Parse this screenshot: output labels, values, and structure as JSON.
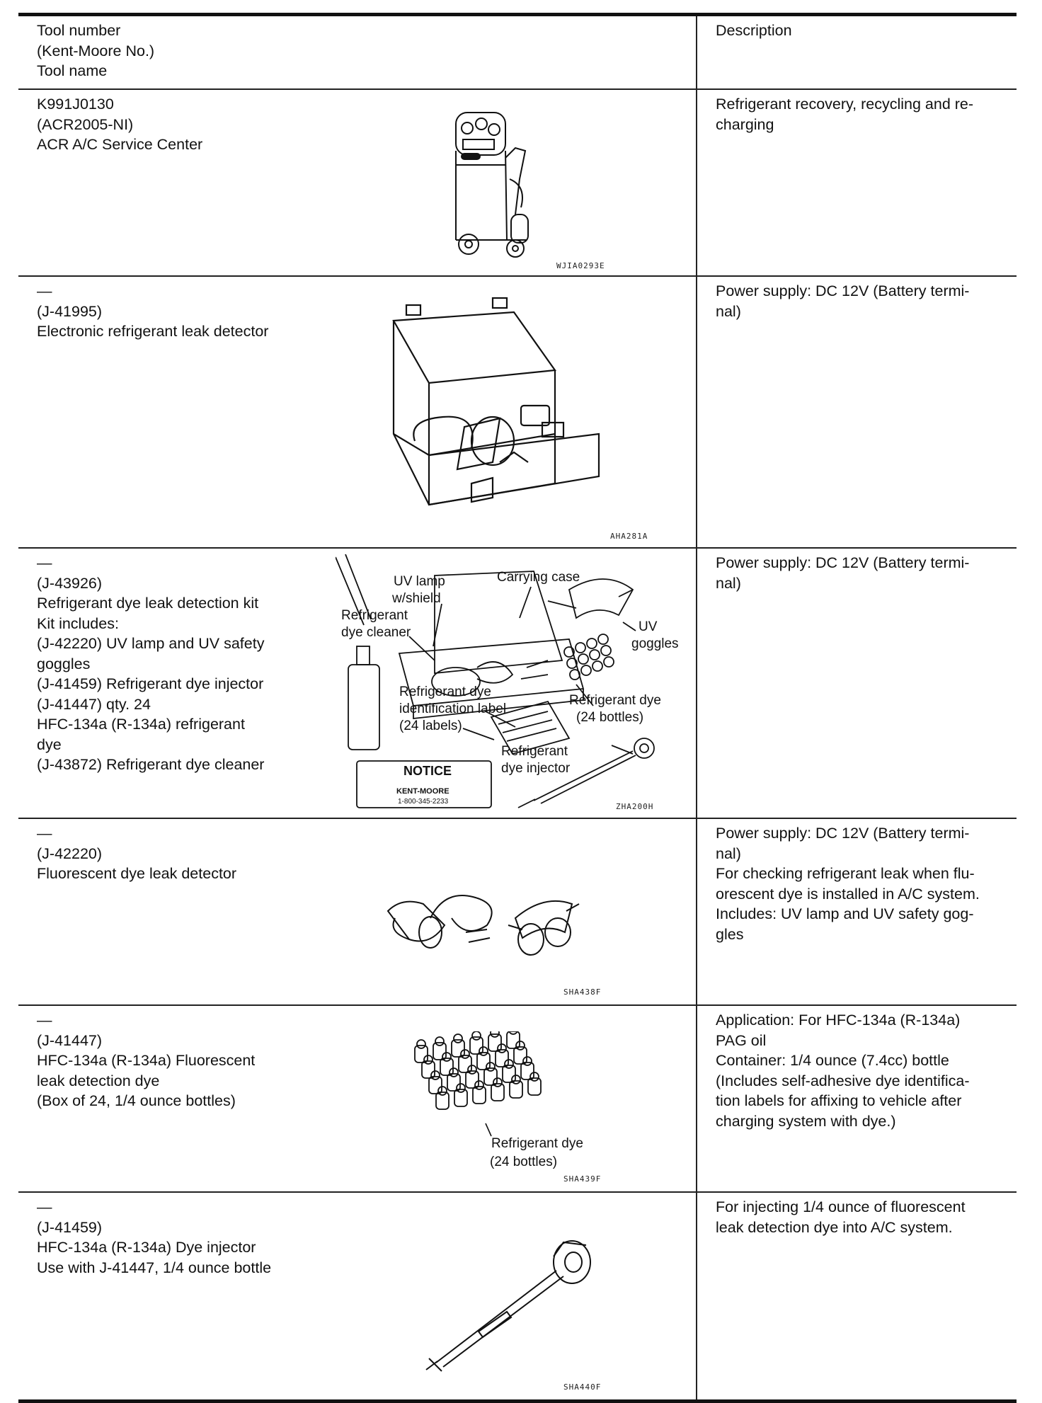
{
  "header": {
    "col1": [
      "Tool number",
      "(Kent-Moore No.)",
      "Tool name"
    ],
    "col2": "Description"
  },
  "rows": [
    {
      "lines": [
        "K991J0130",
        "(ACR2005-NI)",
        "ACR A/C Service Center"
      ],
      "desc": [
        "Refrigerant recovery, recycling and re-",
        "charging"
      ],
      "figure_code": "WJIA0293E"
    },
    {
      "lines": [
        "—",
        "(J-41995)",
        "Electronic refrigerant leak detector"
      ],
      "desc": [
        "Power supply: DC 12V (Battery termi-",
        "nal)"
      ],
      "figure_code": "AHA281A"
    },
    {
      "lines": [
        "—",
        "(J-43926)",
        "Refrigerant dye leak detection kit",
        "Kit includes:",
        "(J-42220) UV lamp and UV safety",
        "goggles",
        "(J-41459) Refrigerant dye injector",
        "(J-41447) qty. 24",
        "HFC-134a (R-134a) refrigerant",
        "dye",
        "(J-43872) Refrigerant dye cleaner"
      ],
      "desc": [
        "Power supply: DC 12V (Battery termi-",
        "nal)"
      ],
      "figure_code": "ZHA200H",
      "figure_labels": {
        "uv_lamp": [
          "UV lamp",
          "w/shield"
        ],
        "carrying_case": "Carrying case",
        "cleaner": [
          "Refrigerant",
          "dye cleaner"
        ],
        "goggles": [
          "UV",
          "goggles"
        ],
        "id_label": [
          "Refrigerant dye",
          "identification label",
          "(24 labels)"
        ],
        "dye": [
          "Refrigerant dye",
          "(24 bottles)"
        ],
        "injector": [
          "Refrigerant",
          "dye injector"
        ],
        "notice_title": "NOTICE",
        "notice_brand": "KENT-MOORE",
        "notice_phone": "1-800-345-2233"
      }
    },
    {
      "lines": [
        "—",
        "(J-42220)",
        "Fluorescent dye leak detector"
      ],
      "desc": [
        "Power supply: DC 12V (Battery termi-",
        "nal)",
        "For checking refrigerant leak when flu-",
        "orescent dye is installed in A/C system.",
        "Includes: UV lamp and UV safety gog-",
        "gles"
      ],
      "figure_code": "SHA438F"
    },
    {
      "lines": [
        "—",
        "(J-41447)",
        "HFC-134a (R-134a) Fluorescent",
        "leak detection dye",
        "(Box of 24, 1/4 ounce bottles)"
      ],
      "desc": [
        "Application: For HFC-134a (R-134a)",
        "PAG oil",
        "Container: 1/4 ounce (7.4cc) bottle",
        "(Includes self-adhesive dye identifica-",
        "tion labels for affixing to vehicle after",
        "charging system with dye.)"
      ],
      "figure_code": "SHA439F",
      "figure_labels": {
        "dye": [
          "Refrigerant dye",
          "(24 bottles)"
        ]
      }
    },
    {
      "lines": [
        "—",
        "(J-41459)",
        "HFC-134a (R-134a) Dye injector",
        "Use with J-41447, 1/4 ounce bottle"
      ],
      "desc": [
        "For injecting 1/4 ounce of fluorescent",
        "leak detection dye into A/C system."
      ],
      "figure_code": "SHA440F"
    }
  ]
}
